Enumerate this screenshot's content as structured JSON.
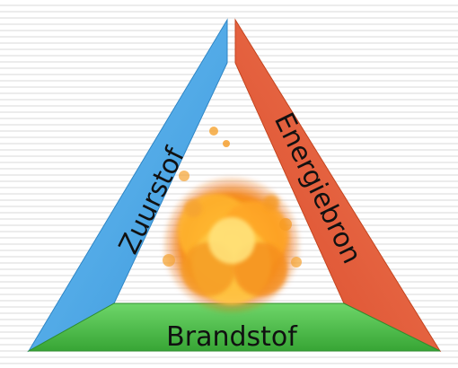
{
  "diagram": {
    "sides": {
      "left": {
        "label": "Zuurstof",
        "color": "#4aa8e8"
      },
      "right": {
        "label": "Energiebron",
        "color": "#e8613a"
      },
      "bottom": {
        "label": "Brandstof",
        "color": "#4cc148"
      }
    },
    "center": {
      "icon": "fire-icon"
    }
  }
}
